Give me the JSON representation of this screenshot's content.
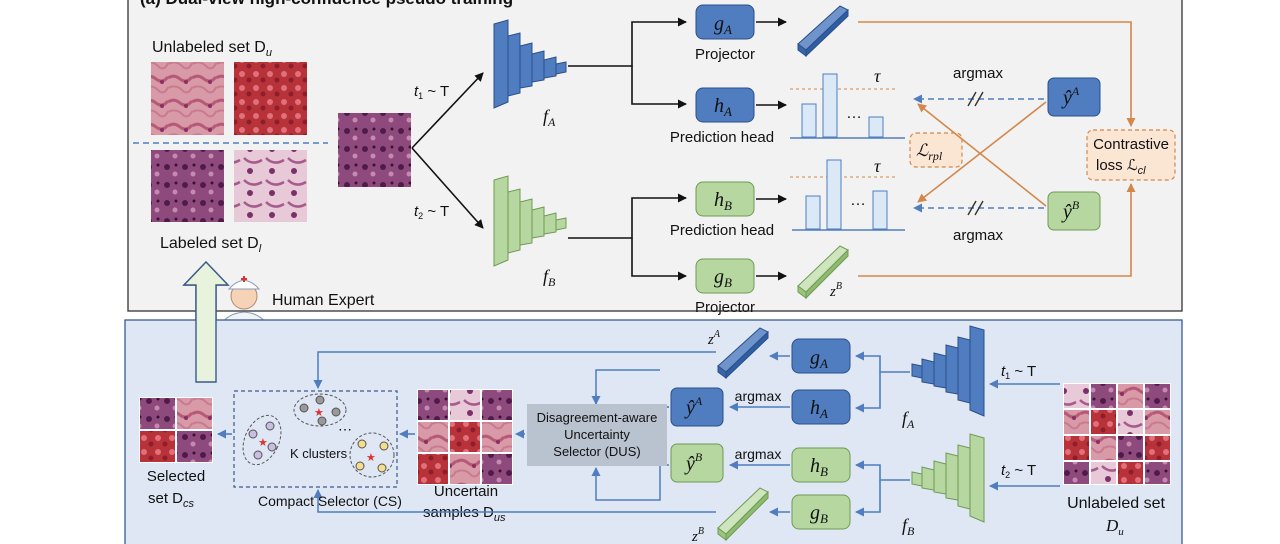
{
  "panel_top": {
    "title": "(a) Dual-view high-confidence pseudo training",
    "unlabeled_set": "Unlabeled set D",
    "unlabeled_sub": "u",
    "labeled_set": "Labeled set D",
    "labeled_sub": "l",
    "t1": "t",
    "t1_rest": " ~ T",
    "t2": "t",
    "t2_rest": " ~ T",
    "fA": "f",
    "fA_sub": "A",
    "fB": "f",
    "fB_sub": "B",
    "gA": "g",
    "gA_sub": "A",
    "hA": "h",
    "hA_sub": "A",
    "hB": "h",
    "hB_sub": "B",
    "gB": "g",
    "gB_sub": "B",
    "projector_top": "Projector",
    "pred_head_top": "Prediction head",
    "pred_head_bottom": "Prediction head",
    "projector_bottom": "Projector",
    "tau_top": "τ",
    "tau_bottom": "τ",
    "dots_top": "…",
    "dots_bottom": "…",
    "argmax_top": "argmax",
    "argmax_bottom": "argmax",
    "yA": "ŷ",
    "yA_sup": "A",
    "yB": "ŷ",
    "yB_sup": "B",
    "zB": "z",
    "zB_sup": "B",
    "loss_rpl": "ℒ",
    "loss_rpl_sub": "rpl",
    "contrastive_line1": "Contrastive",
    "contrastive_line2": "loss ℒ",
    "contrastive_sub": "cl"
  },
  "human_expert": "Human Expert",
  "panel_bottom": {
    "zA": "z",
    "zA_sup": "A",
    "zB": "z",
    "zB_sup": "B",
    "gA": "g",
    "gA_sub": "A",
    "hA": "h",
    "hA_sub": "A",
    "hB": "h",
    "hB_sub": "B",
    "gB": "g",
    "gB_sub": "B",
    "yA": "ŷ",
    "yA_sup": "A",
    "yB": "ŷ",
    "yB_sup": "B",
    "argmax_top": "argmax",
    "argmax_bottom": "argmax",
    "fA": "f",
    "fA_sub": "A",
    "fB": "f",
    "fB_sub": "B",
    "t1": "t",
    "t1_rest": " ~ T",
    "t2": "t",
    "t2_rest": " ~ T",
    "dus_line1": "Disagreement-aware",
    "dus_line2": "Uncertainty",
    "dus_line3": "Selector (DUS)",
    "uncertain_line1": "Uncertain",
    "uncertain_line2": "samples D",
    "uncertain_sub": "us",
    "k_clusters": "K clusters",
    "compact_selector": "Compact  Selector (CS)",
    "selected_line1": "Selected",
    "selected_line2": "set D",
    "selected_sub": "cs",
    "unlabeled_line1": "Unlabeled set",
    "unlabeled_line2": "D",
    "unlabeled_sub": "u"
  },
  "colors": {
    "blue_box": "#4f7dc0",
    "green_box": "#b6d7a0",
    "orange_arrow": "#d4874a",
    "top_panel_bg": "#f2f2f2",
    "bottom_panel_bg": "#dee7f3"
  }
}
